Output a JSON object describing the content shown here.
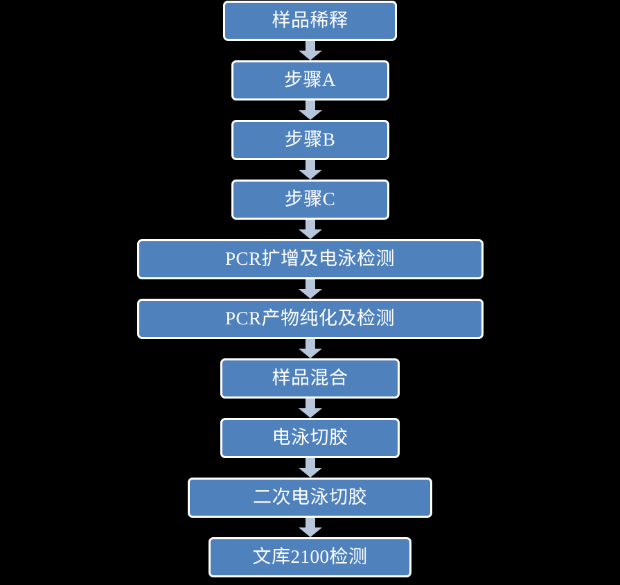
{
  "diagram": {
    "title": "",
    "type": "vertical-flowchart",
    "background_color": "#000000",
    "node_fill_color": "#4F81BD",
    "node_border_color": "#FFFFFF",
    "node_text_color": "#FFFFFF",
    "arrow_color": "#B8C6DC",
    "node_count": 10,
    "arrow_count": 9,
    "nodes": [
      {
        "id": "node-1",
        "label": "样品稀释",
        "width_class": "w-251"
      },
      {
        "id": "node-2",
        "label": "步骤A",
        "width_class": "w-228"
      },
      {
        "id": "node-3",
        "label": "步骤B",
        "width_class": "w-228"
      },
      {
        "id": "node-4",
        "label": "步骤C",
        "width_class": "w-228"
      },
      {
        "id": "node-5",
        "label": "PCR扩增及电泳检测",
        "width_class": "w-500"
      },
      {
        "id": "node-6",
        "label": "PCR产物纯化及检测",
        "width_class": "w-500"
      },
      {
        "id": "node-7",
        "label": "样品混合",
        "width_class": "w-259"
      },
      {
        "id": "node-8",
        "label": "电泳切胶",
        "width_class": "w-259"
      },
      {
        "id": "node-9",
        "label": "二次电泳切胶",
        "width_class": "w-353"
      },
      {
        "id": "node-10",
        "label": "文库2100检测",
        "width_class": "w-293"
      }
    ],
    "arrows": [
      {
        "id": "arrow-1",
        "direction": "down",
        "from": "样品稀释",
        "to": "步骤A"
      },
      {
        "id": "arrow-2",
        "direction": "down",
        "from": "步骤A",
        "to": "步骤B"
      },
      {
        "id": "arrow-3",
        "direction": "down",
        "from": "步骤B",
        "to": "步骤C"
      },
      {
        "id": "arrow-4",
        "direction": "down",
        "from": "步骤C",
        "to": "PCR扩增及电泳检测"
      },
      {
        "id": "arrow-5",
        "direction": "down",
        "from": "PCR扩增及电泳检测",
        "to": "PCR产物纯化及检测"
      },
      {
        "id": "arrow-6",
        "direction": "down",
        "from": "PCR产物纯化及检测",
        "to": "样品混合"
      },
      {
        "id": "arrow-7",
        "direction": "down",
        "from": "样品混合",
        "to": "电泳切胶"
      },
      {
        "id": "arrow-8",
        "direction": "down",
        "from": "电泳切胶",
        "to": "二次电泳切胶"
      },
      {
        "id": "arrow-9",
        "direction": "down",
        "from": "二次电泳切胶",
        "to": "文库2100检测"
      }
    ]
  }
}
